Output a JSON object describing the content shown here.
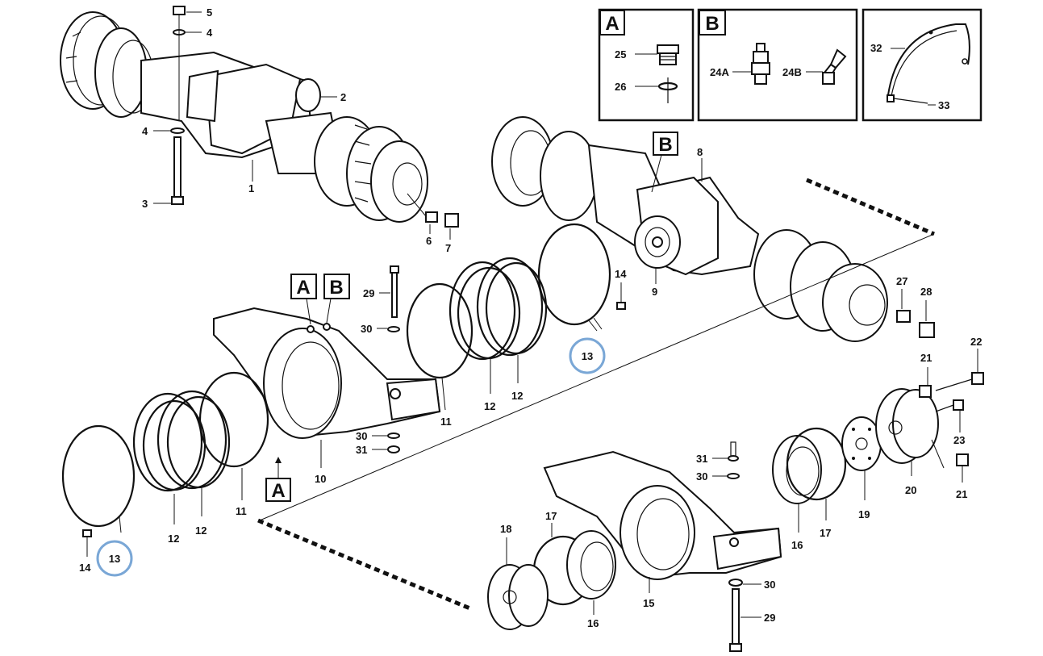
{
  "colors": {
    "line": "#111111",
    "highlight": "#7aa7d6",
    "background": "#ffffff"
  },
  "insets": [
    {
      "letter": "A",
      "items": [
        {
          "num": "25"
        },
        {
          "num": "26"
        }
      ]
    },
    {
      "letter": "B",
      "items": [
        {
          "num": "24A"
        },
        {
          "num": "24B"
        }
      ]
    },
    {
      "letter": "",
      "items": [
        {
          "num": "32"
        },
        {
          "num": "33"
        }
      ]
    }
  ],
  "callouts": {
    "a_box_left": "A",
    "a_box_center": "A",
    "b_box_center": "B",
    "b_box_axle": "B"
  },
  "labels": {
    "n1": "1",
    "n2": "2",
    "n3": "3",
    "n4a": "4",
    "n4b": "4",
    "n5": "5",
    "n6": "6",
    "n7": "7",
    "n8": "8",
    "n9": "9",
    "n10": "10",
    "n11a": "11",
    "n11b": "11",
    "n12a": "12",
    "n12b": "12",
    "n12c": "12",
    "n12d": "12",
    "n13a": "13",
    "n13b": "13",
    "n14a": "14",
    "n14b": "14",
    "n15": "15",
    "n16a": "16",
    "n16b": "16",
    "n17a": "17",
    "n17b": "17",
    "n18": "18",
    "n19": "19",
    "n20": "20",
    "n21a": "21",
    "n21b": "21",
    "n22": "22",
    "n23": "23",
    "n27": "27",
    "n28": "28",
    "n29a": "29",
    "n29b": "29",
    "n30a": "30",
    "n30b": "30",
    "n30c": "30",
    "n30d": "30",
    "n31a": "31",
    "n31b": "31"
  }
}
